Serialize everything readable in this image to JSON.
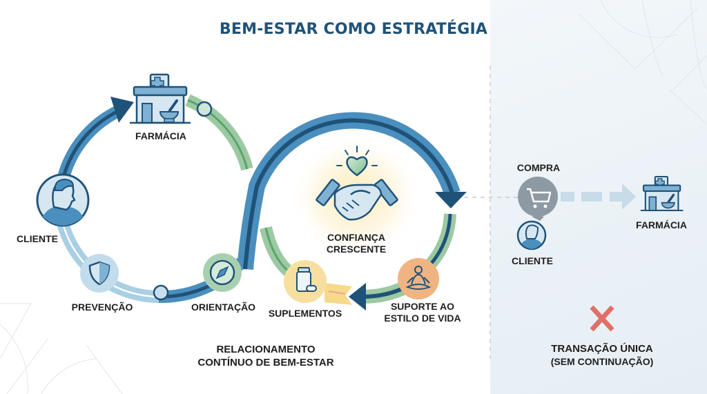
{
  "title": "BEM-ESTAR COMO ESTRATÉGIA",
  "colors": {
    "title": "#1f5278",
    "blue_track": "#4a8fbd",
    "blue_dark": "#1f5278",
    "light_blue": "#a9cfe4",
    "green_track": "#9cc9a2",
    "green_dark": "#5aa46e",
    "yellow_band": "#f7d98a",
    "orange_node": "#f0b482",
    "grey_node": "#8e9aa3",
    "red_x": "#e07067",
    "text": "#1e1e1e"
  },
  "left_cycle": {
    "nodes": {
      "farmacia": {
        "label": "FARMÁCIA",
        "icon": "pharmacy-icon"
      },
      "cliente": {
        "label": "CLIENTE",
        "icon": "person-icon"
      },
      "prevencao": {
        "label": "PREVENÇÃO",
        "icon": "shield-icon"
      },
      "orientacao": {
        "label": "ORIENTAÇÃO",
        "icon": "compass-icon"
      },
      "suplementos": {
        "label": "SUPLEMENTOS",
        "icon": "supplement-bottle-icon"
      },
      "suporte_line1": "SUPORTE AO",
      "suporte_line2": "ESTILO DE VIDA",
      "suporte_icon": "meditation-icon"
    },
    "center": {
      "line1": "CONFIANÇA",
      "line2": "CRESCENTE",
      "icon": "handshake-heart-icon"
    },
    "caption_line1": "RELACIONAMENTO",
    "caption_line2": "CONTÍNUO DE BEM-ESTAR"
  },
  "right_flow": {
    "compra": {
      "label": "COMPRA",
      "icon": "shopping-cart-icon"
    },
    "cliente": {
      "label": "CLIENTE",
      "icon": "person-icon"
    },
    "farmacia": {
      "label": "FARMÁCIA",
      "icon": "pharmacy-icon"
    },
    "result_icon": "x-mark-icon",
    "caption_line1": "TRANSAÇÃO ÚNICA",
    "caption_line2": "(SEM CONTINUAÇÃO)"
  }
}
